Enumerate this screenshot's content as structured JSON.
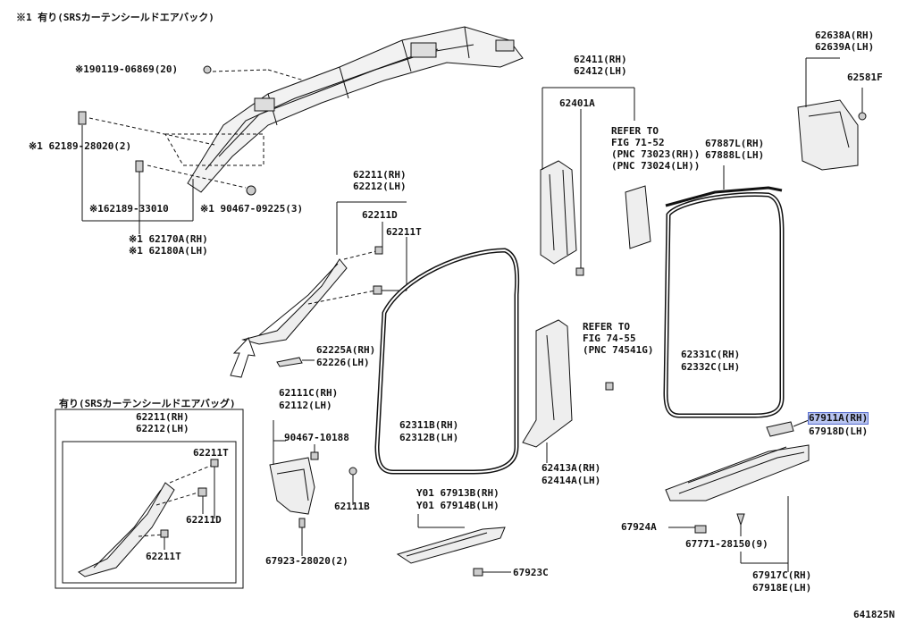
{
  "labels": {
    "note_srs_top": "※1 有り(SRSカーテンシールドエアバック)",
    "p90119": "※190119-06869(20)",
    "p62189_28020": "※1 62189-28020(2)",
    "p62189_33010": "※162189-33010",
    "p90467_09225": "※1 90467-09225(3)",
    "p62170A": "※1 62170A(RH)",
    "p62180A": "※1 62180A(LH)",
    "p62211_rh": "62211(RH)",
    "p62212_lh": "62212(LH)",
    "p62211D": "62211D",
    "p62211T": "62211T",
    "p62225A": "62225A(RH)",
    "p62226": "62226(LH)",
    "box_title": "有り(SRSカーテンシールドエアバッグ)",
    "box_62211": "62211(RH)",
    "box_62212": "62212(LH)",
    "box_62211T_a": "62211T",
    "box_62211D": "62211D",
    "box_62211T_b": "62211T",
    "p62111C": "62111C(RH)",
    "p62112": "62112(LH)",
    "p90467_10188": "90467-10188",
    "p62111B": "62111B",
    "p67923_28020": "67923-28020(2)",
    "p62311B": "62311B(RH)",
    "p62312B": "62312B(LH)",
    "p62411": "62411(RH)",
    "p62412": "62412(LH)",
    "p62401A": "62401A",
    "refer1_a": "REFER TO",
    "refer1_b": "FIG 71-52",
    "refer1_c": "(PNC 73023(RH))",
    "refer1_d": "(PNC 73024(LH))",
    "refer2_a": "REFER TO",
    "refer2_b": "FIG 74-55",
    "refer2_c": "(PNC 74541G)",
    "p62413A": "62413A(RH)",
    "p62414A": "62414A(LH)",
    "y01_67913B": "Y01  67913B(RH)",
    "y01_67914B": "Y01  67914B(LH)",
    "p67923C": "67923C",
    "p62638A": "62638A(RH)",
    "p62639A": "62639A(LH)",
    "p62581F": "62581F",
    "p67887L": "67887L(RH)",
    "p67888L": "67888L(LH)",
    "p62331C": "62331C(RH)",
    "p62332C": "62332C(LH)",
    "p67911A": "67911A(RH)",
    "p67918D": "67918D(LH)",
    "p67924A": "67924A",
    "p67771": "67771-28150(9)",
    "p67917C": "67917C(RH)",
    "p67918E": "67918E(LH)",
    "diagram_id": "641825N"
  }
}
